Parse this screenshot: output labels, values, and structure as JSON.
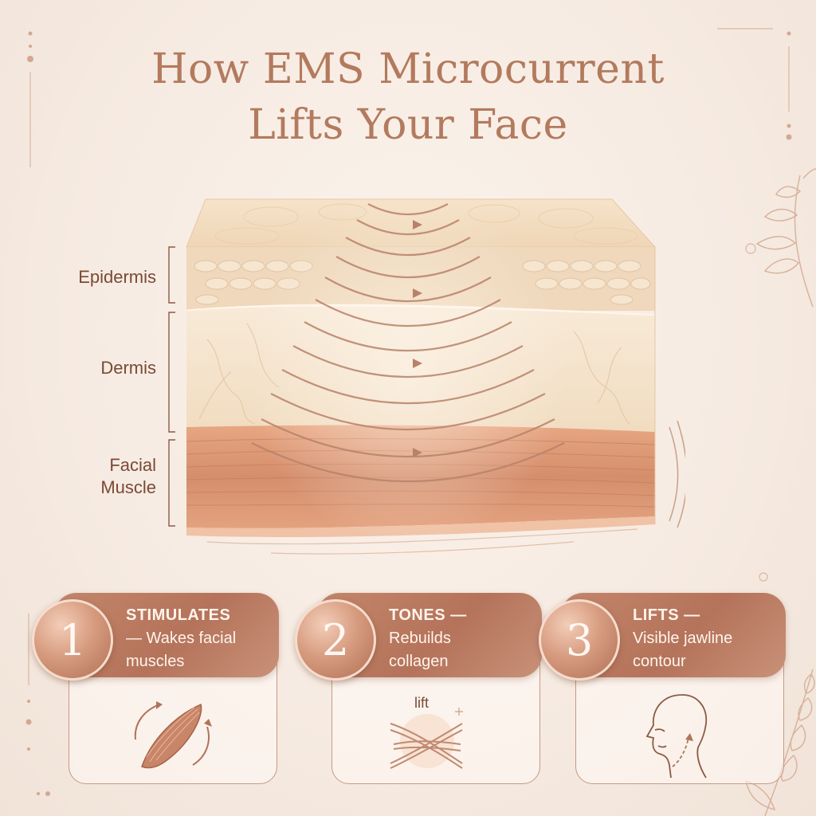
{
  "title": {
    "line1": "How EMS Microcurrent",
    "line2": "Lifts Your Face"
  },
  "layers": {
    "epidermis": "Epidermis",
    "dermis": "Dermis",
    "muscle_line1": "Facial",
    "muscle_line2": "Muscle"
  },
  "steps": [
    {
      "number": "1",
      "heading": "STIMULATES",
      "desc1": "— Wakes facial",
      "desc2": "muscles",
      "icon": "muscle-icon"
    },
    {
      "number": "2",
      "heading": "TONES —",
      "desc1": "Rebuilds",
      "desc2": "collagen",
      "icon": "collagen-fibers-icon",
      "icon_label": "lift"
    },
    {
      "number": "3",
      "heading": "LIFTS —",
      "desc1": "Visible jawline",
      "desc2": "contour",
      "icon": "face-profile-icon"
    }
  ],
  "colors": {
    "accent": "#b37a5e",
    "pill": "#b4735a",
    "muscle": "#d2906f",
    "dermis": "#f4e1c8",
    "epidermis": "#eed3b4"
  }
}
